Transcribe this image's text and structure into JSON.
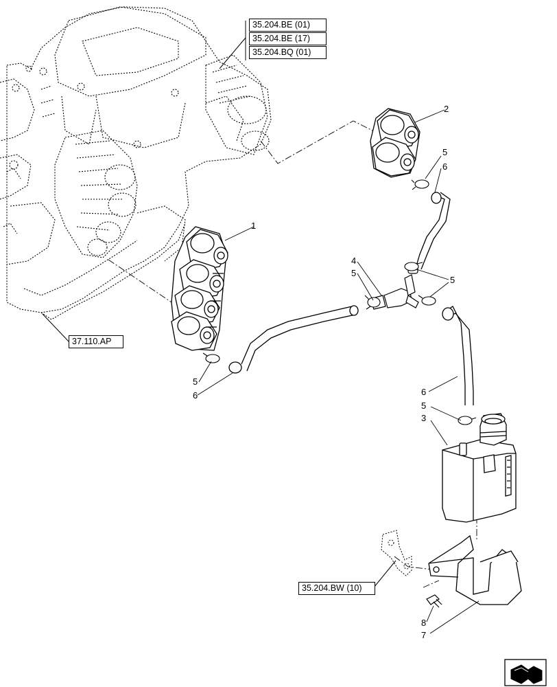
{
  "references": {
    "ref_1": "35.204.BE (01)",
    "ref_2": "35.204.BE (17)",
    "ref_3": "35.204.BQ (01)",
    "ref_4": "37.110.AP",
    "ref_5": "35.204.BW (10)"
  },
  "callouts": {
    "c1": "1",
    "c2": "2",
    "c3": "3",
    "c4": "4",
    "c5a": "5",
    "c5b": "5",
    "c5c": "5",
    "c5d": "5",
    "c5e": "5",
    "c6a": "6",
    "c6b": "6",
    "c6c": "6",
    "c7": "7",
    "c8": "8"
  },
  "icons": {
    "nav": "next-page-arrow-icon"
  },
  "colors": {
    "line": "#000000",
    "phantom": "#000000",
    "background": "#ffffff"
  }
}
